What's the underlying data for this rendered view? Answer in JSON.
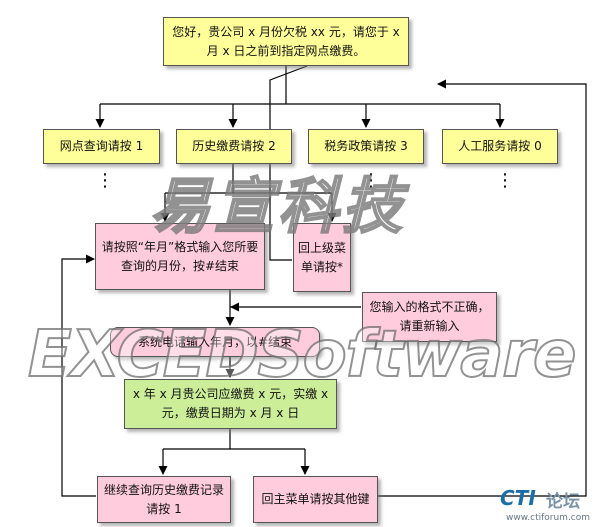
{
  "boxes": {
    "top": "您好，贵公司 x 月份欠税 xx 元，请您于 x 月 x 日之前到指定网点缴费。",
    "opt1": "网点查询请按 1",
    "opt2": "历史缴费请按 2",
    "opt3": "税务政策请按 3",
    "opt4": "人工服务请按 0",
    "input_month": "请按照“年月”格式输入您所要查询的月份，按#结束",
    "back_menu": "回上级菜单请按*",
    "format_error": "您输入的格式不正确，请重新输入",
    "system_input": "系统电话输入年月，以#结束",
    "result": "x 年 x 月贵公司应缴费 x 元，实缴 x 元，缴费日期为 x 月 x 日",
    "continue": "继续查询历史缴费记录请按 1",
    "main_menu": "回主菜单请按其他键"
  },
  "continuation": "⋮",
  "watermark": {
    "cn": "易宣科技",
    "en": "EXCEDSoftware"
  },
  "footer": {
    "logo": "CTI",
    "logo_cn": "论坛",
    "url": "www.ctiforum.com"
  },
  "colors": {
    "yellow": "#ffff99",
    "pink": "#ffccdd",
    "green": "#ccee99",
    "line": "#000000"
  }
}
